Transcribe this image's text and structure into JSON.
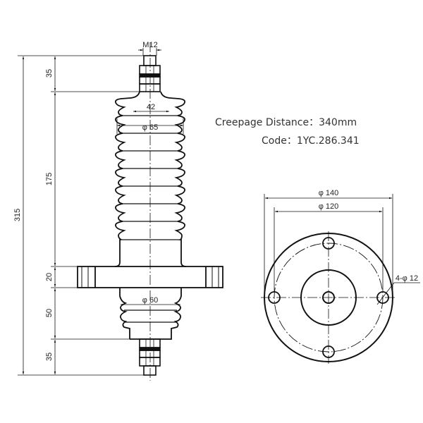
{
  "specs": {
    "creepage_label": "Creepage Distance：",
    "creepage_value": "340mm",
    "code_label": "Code：",
    "code_value": "1YC.286.341"
  },
  "side_view": {
    "thread": "M12",
    "top_shed_width": "42",
    "shed_diameter": "φ 65",
    "lower_diameter": "φ 60",
    "dims_vertical": {
      "total": "315",
      "top_terminal": "35",
      "upper_shed": "175",
      "flange": "20",
      "lower_shed": "50",
      "bottom_terminal": "35"
    }
  },
  "plan_view": {
    "outer_diameter": "φ 140",
    "bolt_circle_diameter": "φ 120",
    "holes": "4-φ 12"
  },
  "colors": {
    "line": "#111111",
    "text": "#333333",
    "background": "#ffffff"
  }
}
